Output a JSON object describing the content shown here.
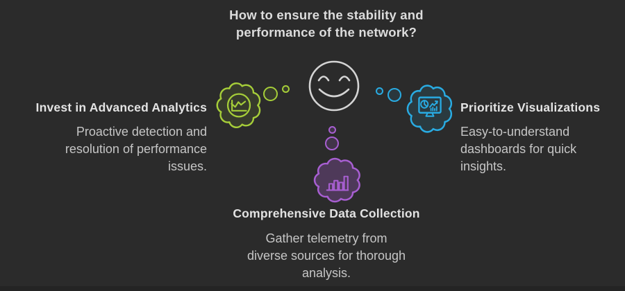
{
  "title_lines": [
    "How to ensure the stability and",
    "performance of the network?"
  ],
  "center": {
    "icon": "smiley-face"
  },
  "colors": {
    "background": "#2b2b2b",
    "footer_strip": "#242424",
    "title_text": "#dcdcdc",
    "heading_text": "#e3e3e3",
    "body_text": "#c6c6c6",
    "face_stroke": "#d4d4d4",
    "analytics_green": "#a6ce39",
    "visualizations_blue": "#29abe2",
    "data_collection_purple": "#a85fd2"
  },
  "nodes": {
    "analytics": {
      "heading": "Invest in Advanced Analytics",
      "body_lines": [
        "Proactive detection and",
        "resolution of performance",
        "issues."
      ],
      "icon": "line-chart",
      "color": "#a6ce39"
    },
    "visualizations": {
      "heading": "Prioritize Visualizations",
      "body_lines": [
        "Easy-to-understand",
        "dashboards for quick",
        "insights."
      ],
      "icon": "dashboard-monitor",
      "color": "#29abe2"
    },
    "data_collection": {
      "heading": "Comprehensive Data Collection",
      "body_lines": [
        "Gather telemetry from",
        "diverse sources for thorough",
        "analysis."
      ],
      "icon": "bar-chart",
      "color": "#a85fd2"
    }
  }
}
